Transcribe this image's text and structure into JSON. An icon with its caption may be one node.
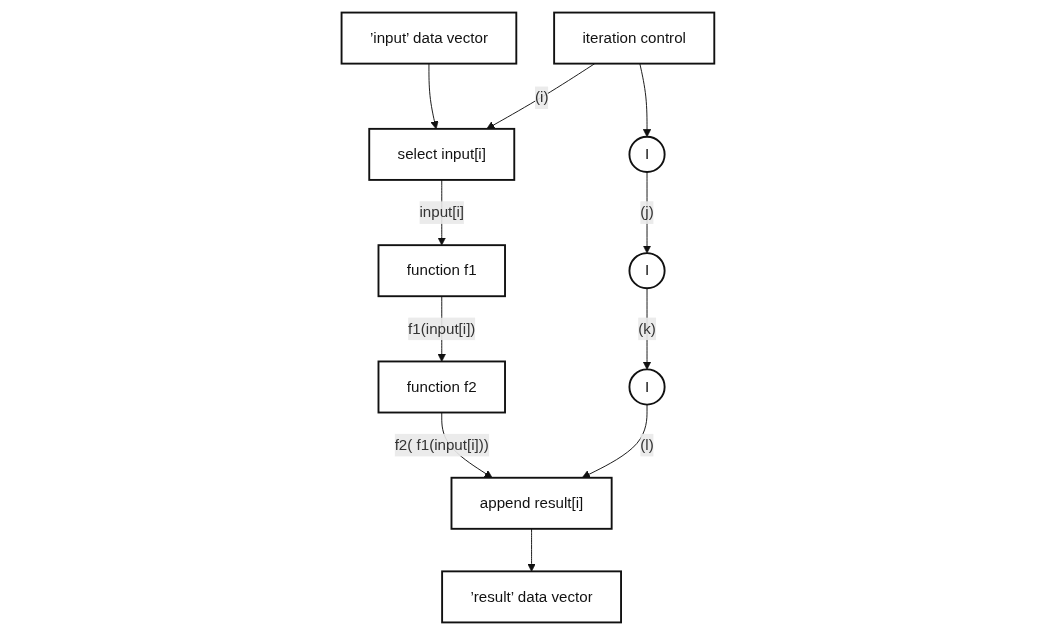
{
  "diagram": {
    "nodes": [
      {
        "text": [
          "’input’ data vector"
        ]
      },
      {
        "text": [
          "iteration control"
        ]
      },
      {
        "text": [
          "select input[i]"
        ]
      },
      {
        "text": [
          "I"
        ]
      },
      {
        "text": [
          "function f1"
        ]
      },
      {
        "text": [
          "I"
        ]
      },
      {
        "text": [
          "function f2"
        ]
      },
      {
        "text": [
          "I"
        ]
      },
      {
        "text": [
          "append result[i]"
        ]
      },
      {
        "text": [
          "’result’ data vector"
        ]
      }
    ],
    "edges": [
      {
        "from": 0,
        "to": 2,
        "arrow": "to"
      },
      {
        "from": 1,
        "to": 2,
        "arrow": "to",
        "label": "(i)"
      },
      {
        "from": 1,
        "to": 3,
        "arrow": "to"
      },
      {
        "from": 2,
        "to": 4,
        "arrow": "to",
        "label": "input[i]"
      },
      {
        "from": 3,
        "to": 5,
        "arrow": "to",
        "label": "(j)"
      },
      {
        "from": 4,
        "to": 6,
        "arrow": "to",
        "label": "f1(input[i])"
      },
      {
        "from": 5,
        "to": 7,
        "arrow": "to",
        "label": "(k)"
      },
      {
        "from": 6,
        "to": 8,
        "arrow": "to",
        "label": "f2( f1(input[i]))"
      },
      {
        "from": 7,
        "to": 8,
        "arrow": "to",
        "label": "(l)"
      },
      {
        "from": 8,
        "to": 9,
        "arrow": "to"
      }
    ]
  }
}
